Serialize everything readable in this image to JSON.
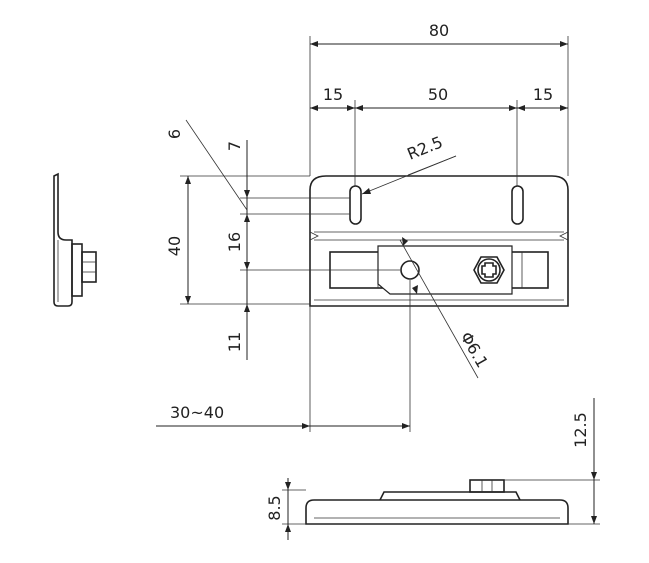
{
  "dimensions": {
    "overall_width": "80",
    "left_offset": "15",
    "hole_spacing": "50",
    "right_offset": "15",
    "slot_radius": "R2.5",
    "hole_diameter": "Φ6.1",
    "dim_6": "6",
    "dim_7": "7",
    "height": "40",
    "dim_16": "16",
    "dim_11": "11",
    "adjust_range": "30~40",
    "total_height": "12.5",
    "plate_height": "8.5"
  },
  "colors": {
    "line": "#222222",
    "background": "#ffffff"
  }
}
